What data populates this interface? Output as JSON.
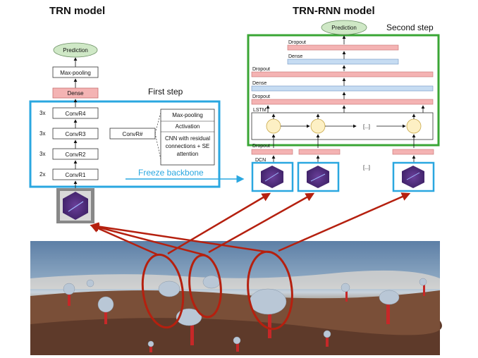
{
  "trn": {
    "title": "TRN model",
    "first_step": "First step",
    "prediction": "Prediction",
    "maxpool": "Max-pooling",
    "dense": "Dense",
    "blocks": [
      {
        "mult": "3x",
        "label": "ConvR4"
      },
      {
        "mult": "3x",
        "label": "ConvR3"
      },
      {
        "mult": "3x",
        "label": "ConvR2"
      },
      {
        "mult": "2x",
        "label": "ConvR1"
      }
    ],
    "convr_generic": "ConvR#",
    "convr_detail": {
      "maxpool": "Max-pooling",
      "activation": "Activation",
      "cnn_line1": "CNN with residual",
      "cnn_line2": "connections + SE",
      "cnn_line3": "attention"
    },
    "freeze": "Freeze backbone"
  },
  "rnn": {
    "title": "TRN-RNN model",
    "second_step": "Second step",
    "prediction": "Prediction",
    "dropout": "Dropout",
    "dense": "Dense",
    "lstm": "LSTM",
    "ellipsis": "[...]",
    "dcn": "DCN"
  },
  "colors": {
    "blue_frame": "#2aa7e0",
    "green_frame": "#3aa635",
    "red_bar": "#f4b3b3",
    "blue_bar": "#c6dcf2",
    "pred_fill": "#cfe8c6",
    "node_fill": "#fdf0c4",
    "arrow_red": "#b5200f"
  }
}
